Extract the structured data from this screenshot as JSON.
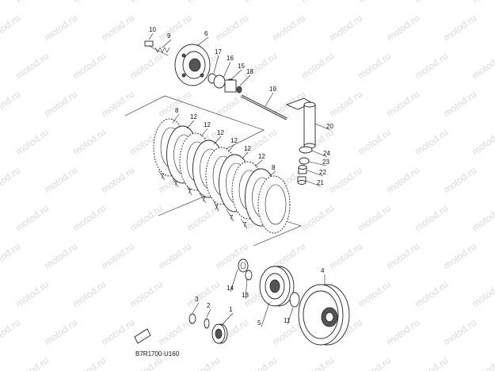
{
  "diagram": {
    "code": "B7R1700-U160",
    "watermark": "motod.ru",
    "callouts": [
      "1",
      "2",
      "3",
      "4",
      "5",
      "6",
      "7",
      "8",
      "9",
      "10",
      "11",
      "12",
      "13",
      "14",
      "15",
      "16",
      "17",
      "18",
      "19",
      "20",
      "21",
      "22",
      "23",
      "24"
    ]
  }
}
